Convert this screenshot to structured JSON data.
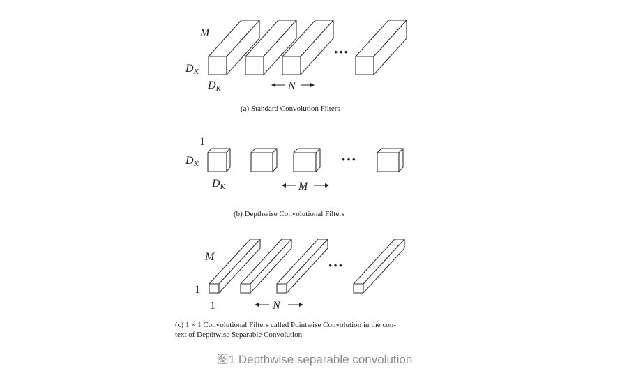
{
  "panel_a": {
    "depth_label": "M",
    "height_label_main": "D",
    "height_label_sub": "K",
    "width_label_main": "D",
    "width_label_sub": "K",
    "count_label": "N",
    "ellipsis": "···",
    "caption": "(a) Standard Convolution Filters"
  },
  "panel_b": {
    "depth_label": "1",
    "height_label_main": "D",
    "height_label_sub": "K",
    "width_label_main": "D",
    "width_label_sub": "K",
    "count_label": "M",
    "ellipsis": "···",
    "caption": "(b) Depthwise Convolutional Filters"
  },
  "panel_c": {
    "depth_label": "M",
    "height_label": "1",
    "width_label": "1",
    "count_label": "N",
    "ellipsis": "···",
    "caption_line1": "(c) 1 × 1 Convolutional Filters called Pointwise Convolution in the con-",
    "caption_line2": "text of Depthwise Separable Convolution"
  },
  "figure_caption": "图1 Depthwise separable convolution"
}
